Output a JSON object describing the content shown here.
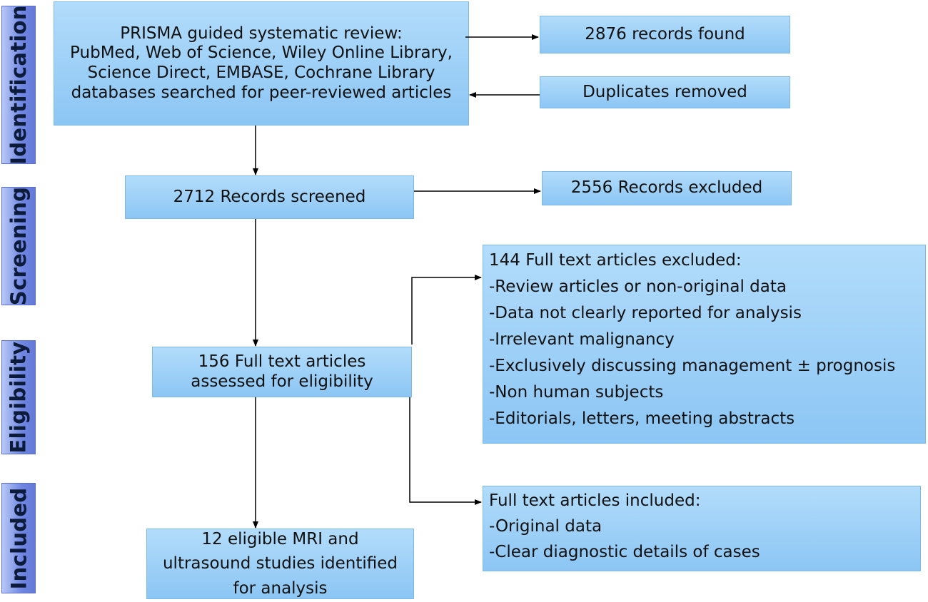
{
  "stages": {
    "identification": "Identification",
    "screening": "Screening",
    "eligibility": "Eligibility",
    "included": "Included"
  },
  "boxes": {
    "search": {
      "lines": [
        "PRISMA guided systematic review:",
        "PubMed, Web of Science, Wiley Online Library,",
        "Science Direct, EMBASE, Cochrane Library",
        "databases searched for peer-reviewed articles"
      ]
    },
    "records_found": "2876 records found",
    "duplicates": "Duplicates removed",
    "screened": "2712 Records screened",
    "excluded": "2556 Records excluded",
    "assessed": {
      "lines": [
        "156 Full text articles",
        "assessed for eligibility"
      ]
    },
    "fulltext_excluded": {
      "lines": [
        "144 Full text articles excluded:",
        "-Review articles or non-original data",
        "-Data not clearly reported for analysis",
        "-Irrelevant malignancy",
        "-Exclusively discussing management ± prognosis",
        "-Non human subjects",
        "-Editorials, letters, meeting abstracts"
      ]
    },
    "fulltext_included": {
      "lines": [
        "Full text articles included:",
        "-Original data",
        "-Clear diagnostic details of cases"
      ]
    },
    "final": {
      "lines": [
        "12 eligible MRI and",
        "ultrasound studies identified",
        "for analysis"
      ]
    }
  },
  "colors": {
    "box_fill_top": "#b2dcfb",
    "box_fill_bottom": "#8cc6f4",
    "box_border": "#7bb8ec",
    "stage_fill": "#6f86e2",
    "arrow": "#000000"
  }
}
